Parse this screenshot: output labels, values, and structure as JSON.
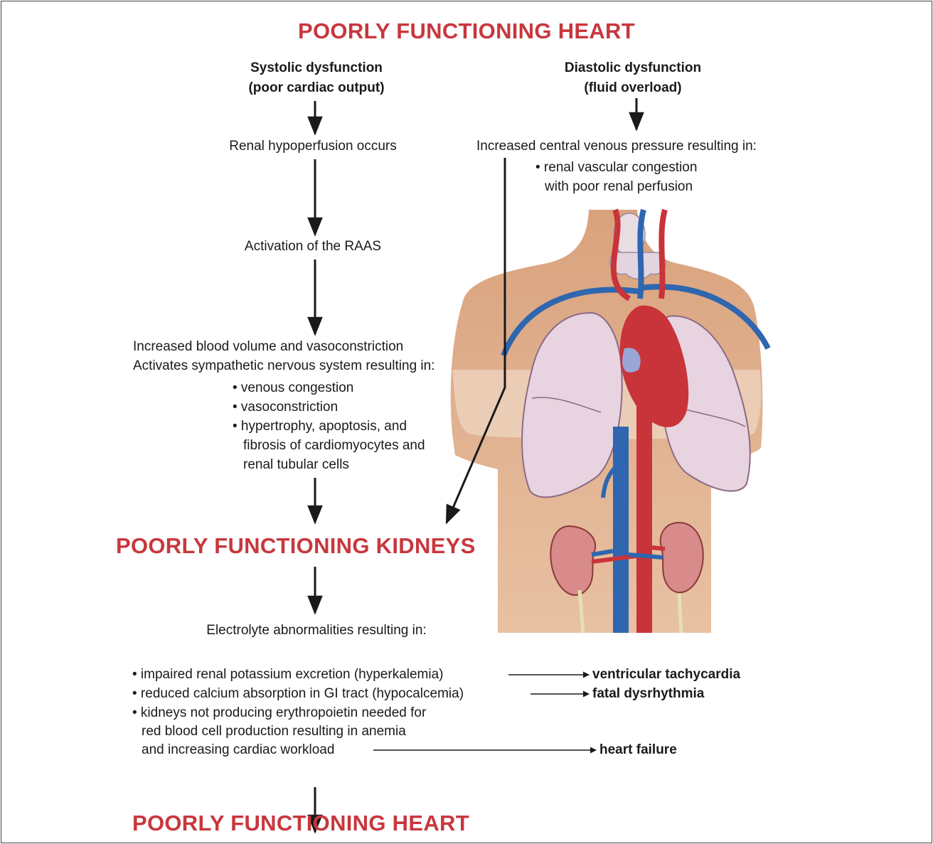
{
  "colors": {
    "heading": "#c8373d",
    "skin": "#d9a27d",
    "artery": "#c9333a",
    "vein": "#2e66b0",
    "lung": "#e6d3e0",
    "kidney": "#d98a8a",
    "arrow": "#1a1a1a"
  },
  "title_top": "POORLY FUNCTIONING HEART",
  "systolic": {
    "line1": "Systolic dysfunction",
    "line2": "(poor cardiac output)",
    "step1": "Renal hypoperfusion occurs",
    "step2": "Activation of the RAAS",
    "step3_line1": "Increased blood volume and vasoconstriction",
    "step3_line2": "Activates sympathetic nervous system resulting in:",
    "bullets": [
      "• venous congestion",
      "• vasoconstriction",
      "• hypertrophy, apoptosis, and",
      "fibrosis of cardiomyocytes and",
      "renal tubular cells"
    ]
  },
  "diastolic": {
    "line1": "Diastolic dysfunction",
    "line2": "(fluid overload)",
    "step1": "Increased central venous pressure resulting in:",
    "bullet1": "• renal vascular congestion",
    "bullet2": "with poor renal perfusion"
  },
  "kidneys_heading": "POORLY FUNCTIONING KIDNEYS",
  "electrolyte": "Electrolyte abnormalities resulting in:",
  "effects": {
    "e1": "• impaired renal potassium excretion (hyperkalemia)",
    "e1_result": "ventricular tachycardia",
    "e2": "• reduced calcium absorption in GI tract (hypocalcemia)",
    "e2_result": "fatal dysrhythmia",
    "e3_line1": "• kidneys not producing erythropoietin needed for",
    "e3_line2": "red blood cell production resulting in anemia",
    "e3_line3": "and increasing cardiac workload",
    "e3_result": "heart failure"
  },
  "title_bottom": "POORLY FUNCTIONING HEART",
  "illustration": {
    "icons": [
      "torso-illustration",
      "heart-icon",
      "lungs-icon",
      "kidneys-icon",
      "thyroid-icon"
    ]
  }
}
